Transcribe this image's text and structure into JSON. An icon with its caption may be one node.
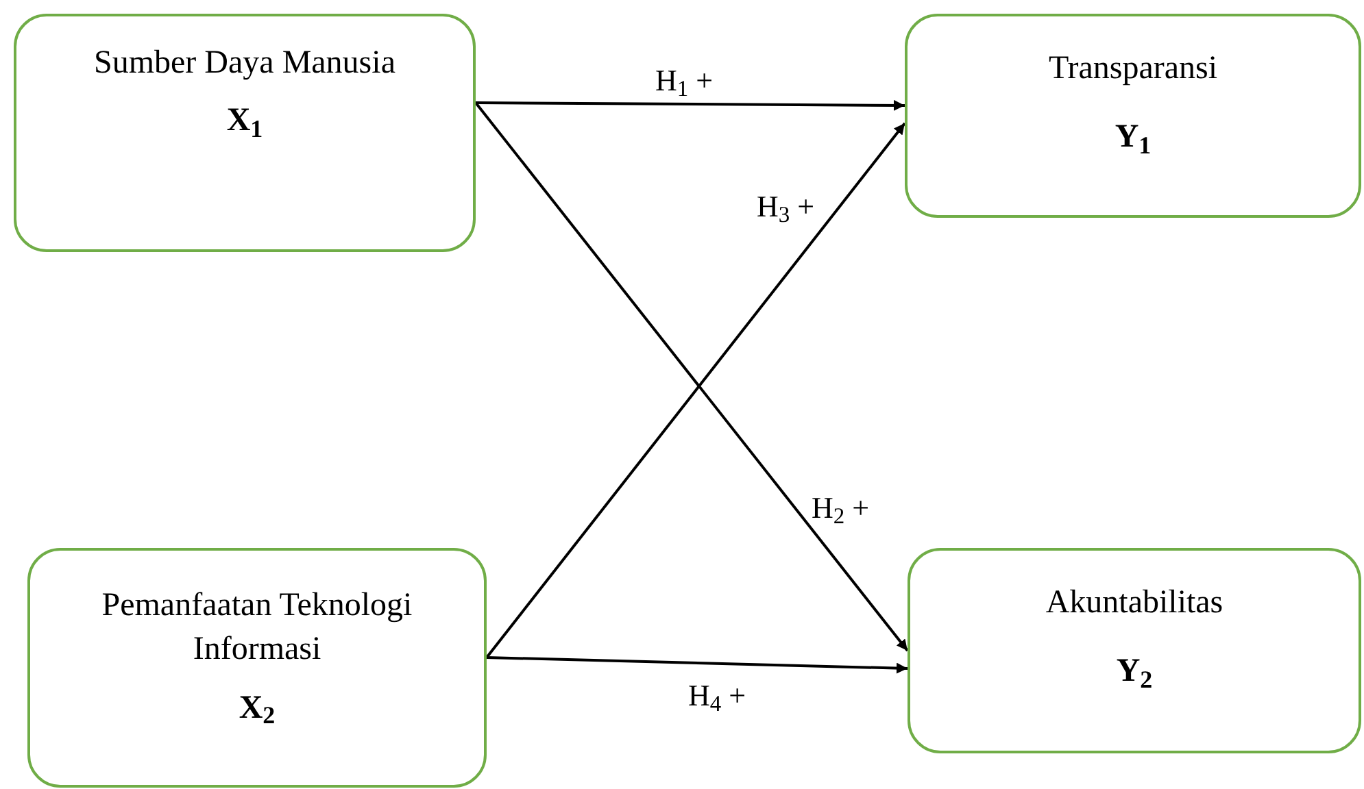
{
  "diagram": {
    "nodes": [
      {
        "text": [
          "Sumber Daya Manusia",
          "X$_{1}$"
        ]
      },
      {
        "text": [
          "Transparansi",
          "Y$_{1}$"
        ]
      },
      {
        "text": [
          "Pemanfaatan Teknologi Informasi",
          "X$_{2}$"
        ]
      },
      {
        "text": [
          "Akuntabilitas",
          "Y$_{2}$"
        ]
      }
    ],
    "edges": [
      {
        "from": 0,
        "to": 1,
        "arrow": "to",
        "label": "H$_{1}$ +"
      },
      {
        "from": 0,
        "to": 3,
        "arrow": "to",
        "label": "H$_{2}$ +"
      },
      {
        "from": 2,
        "to": 1,
        "arrow": "to",
        "label": "H$_{3}$ +"
      },
      {
        "from": 2,
        "to": 3,
        "arrow": "to",
        "label": "H$_{4}$ +"
      }
    ]
  }
}
